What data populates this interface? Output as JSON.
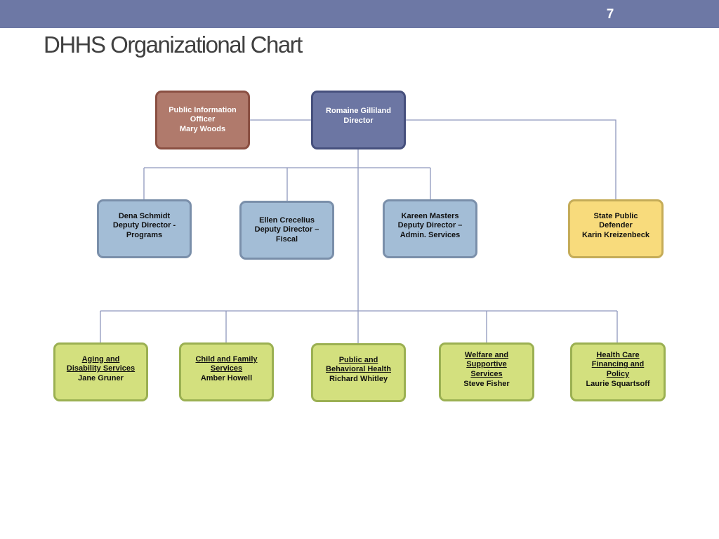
{
  "header": {
    "page_number": "7",
    "title": "DHHS Organizational Chart"
  },
  "chart": {
    "pio": [
      "Public Information",
      "Officer",
      "Mary Woods"
    ],
    "director": [
      "Romaine Gilliland",
      "Director"
    ],
    "deputies": [
      [
        "Dena Schmidt",
        "Deputy Director -",
        "Programs"
      ],
      [
        "Ellen Crecelius",
        "Deputy Director –",
        "Fiscal"
      ],
      [
        "Kareen Masters",
        "Deputy Director –",
        "Admin. Services"
      ]
    ],
    "defender": [
      "State Public",
      "Defender",
      "Karin Kreizenbeck"
    ],
    "divisions": [
      {
        "lines": [
          "Aging and",
          "Disability Services"
        ],
        "head": "Jane Gruner"
      },
      {
        "lines": [
          "Child and Family",
          "Services"
        ],
        "head": "Amber Howell"
      },
      {
        "lines": [
          "Public and",
          "Behavioral Health"
        ],
        "head": "Richard Whitley"
      },
      {
        "lines": [
          "Welfare and",
          "Supportive",
          "Services"
        ],
        "head": "Steve Fisher"
      },
      {
        "lines": [
          "Health Care",
          "Financing and",
          "Policy"
        ],
        "head": "Laurie Squartsoff"
      }
    ]
  },
  "colors": {
    "header_bar": "#6d78a5",
    "pio": "#b07a6c",
    "director": "#6c76a3",
    "deputy": "#a3bdd6",
    "defender": "#f8db7c",
    "division": "#d3e07e",
    "connector": "#8f98bd"
  }
}
